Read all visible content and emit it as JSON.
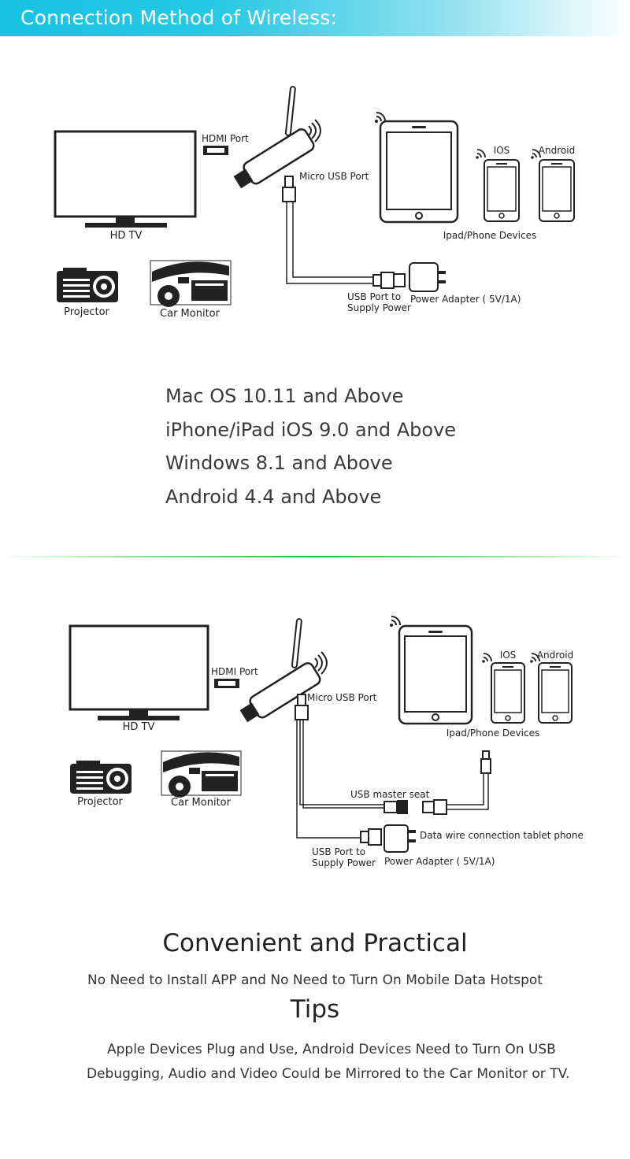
{
  "header": {
    "title": "Connection Method of Wireless:"
  },
  "diagram1": {
    "hdmi_port": "HDMI Port",
    "micro_usb_port": "Micro USB Port",
    "hd_tv": "HD TV",
    "projector": "Projector",
    "car_monitor": "Car Monitor",
    "usb_port_line1": "USB Port to",
    "usb_port_line2": "Supply Power",
    "power_adapter": "Power Adapter ( 5V/1A)",
    "ios": "IOS",
    "android": "Android",
    "devices": "Ipad/Phone Devices"
  },
  "requirements": [
    "Mac OS 10.11 and Above",
    "iPhone/iPad iOS 9.0 and Above",
    "Windows 8.1 and Above",
    "Android 4.4 and Above"
  ],
  "diagram2": {
    "hdmi_port": "HDMI Port",
    "micro_usb_port": "Micro USB Port",
    "hd_tv": "HD TV",
    "projector": "Projector",
    "car_monitor": "Car Monitor",
    "usb_master_seat": "USB master seat",
    "data_wire": "Data wire connection tablet phone",
    "usb_port_line1": "USB Port to",
    "usb_port_line2": "Supply Power",
    "power_adapter": "Power Adapter ( 5V/1A)",
    "ios": "IOS",
    "android": "Android",
    "devices": "Ipad/Phone Devices"
  },
  "feature": {
    "title": "Convenient and Practical",
    "subtitle": "No Need to Install APP and No Need to Turn On Mobile Data Hotspot"
  },
  "tips": {
    "title": "Tips",
    "line1": "Apple Devices Plug and Use, Android Devices Need to Turn On USB",
    "line2": "Debugging, Audio and Video Could be Mirrored to the Car Monitor or TV."
  },
  "colors": {
    "header_gradient_start": "#16c2e0",
    "divider_green": "#1fc03a",
    "line": "#222222"
  }
}
